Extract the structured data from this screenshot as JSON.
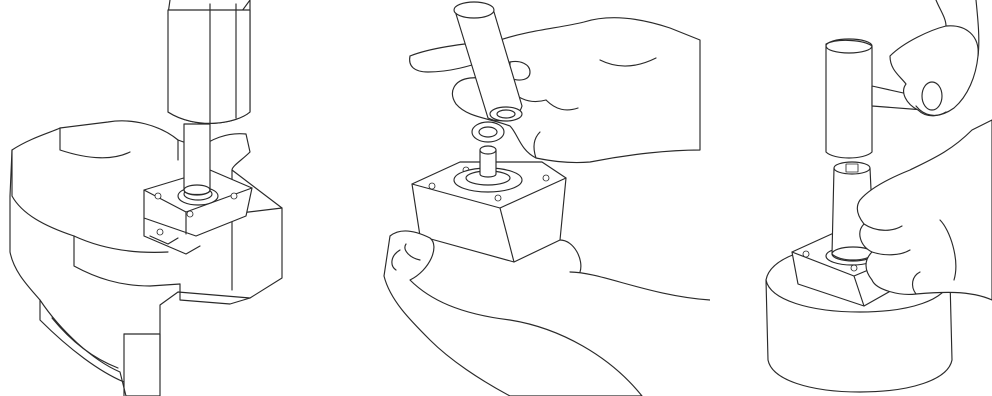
{
  "figure": {
    "panels": [
      {
        "id": "panel-1",
        "depicts": "press-tool-on-flange-with-clamp-fixture"
      },
      {
        "id": "panel-2",
        "depicts": "hand-placing-sleeve-over-shaft"
      },
      {
        "id": "panel-3",
        "depicts": "mallet-tapping-sleeve-onto-bearing"
      }
    ],
    "line_color": "#2a2a2a",
    "background": "#ffffff"
  }
}
